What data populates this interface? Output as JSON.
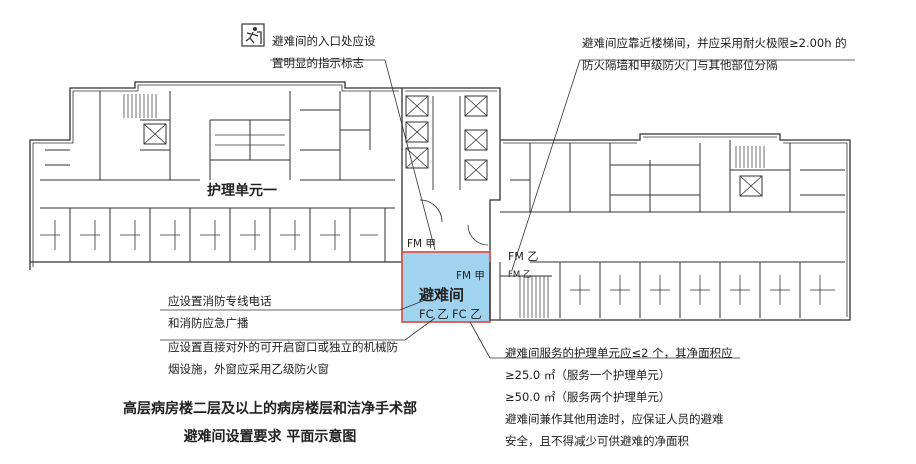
{
  "diagram": {
    "unit_one_label": "护理单元一",
    "refuge_room_label": "避难间",
    "door_labels": {
      "fm_a_left": "FM 甲",
      "fm_a_right": "FM 甲",
      "fm_b_large": "FM 乙",
      "fm_b_small": "FM 乙",
      "fc_b_1": "FC 乙",
      "fc_b_2": "FC 乙"
    },
    "colors": {
      "refuge_fill": "#9fd3ee",
      "refuge_border": "#e0453c",
      "wall": "#333333",
      "background": "#ffffff"
    }
  },
  "notes": {
    "entrance_sign": [
      "避难间的入口处应设",
      "置明显的指示标志"
    ],
    "stairs": [
      "避难间应靠近楼梯间，并应采用耐火极限≥2.00h 的",
      "防火隔墙和甲级防火门与其他部位分隔"
    ],
    "phone": [
      "应设置消防专线电话",
      "和消防应急广播"
    ],
    "smoke": [
      "应设置直接对外的可开启窗口或独立的机械防",
      "烟设施，外窗应采用乙级防火窗"
    ],
    "service": [
      "避难间服务的护理单元应≤2 个，其净面积应",
      "≥25.0 ㎡（服务一个护理单元）",
      "≥50.0 ㎡（服务两个护理单元）",
      "避难间兼作其他用途时，应保证人员的避难",
      "安全，且不得减少可供避难的净面积"
    ]
  },
  "caption": {
    "line1": "高层病房楼二层及以上的病房楼层和洁净手术部",
    "line2": "避难间设置要求   平面示意图"
  }
}
